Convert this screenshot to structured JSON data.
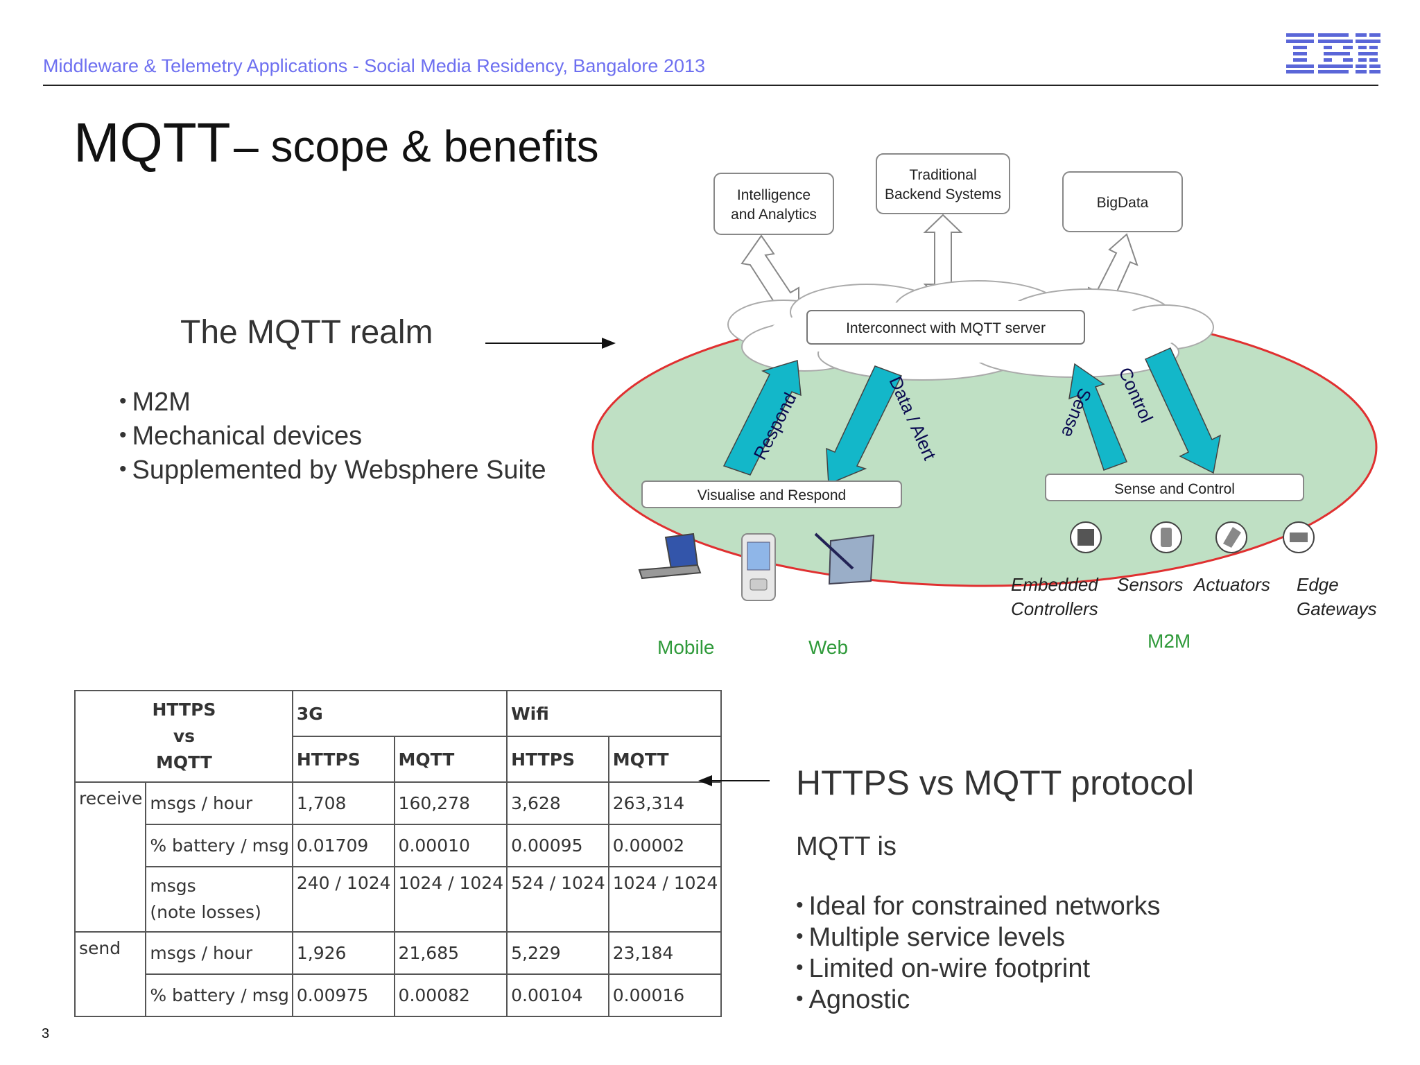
{
  "header": {
    "text": "Middleware & Telemetry Applications - Social Media Residency, Bangalore 2013",
    "logo_text": "IBM"
  },
  "title": {
    "main": "MQTT",
    "sub": "– scope & benefits"
  },
  "realm": {
    "heading": "The MQTT realm",
    "bullets": [
      "M2M",
      "Mechanical devices",
      "Supplemented by Websphere Suite"
    ]
  },
  "diagram": {
    "top_boxes": [
      {
        "line1": "Intelligence",
        "line2": "and Analytics"
      },
      {
        "line1": "Traditional",
        "line2": "Backend Systems"
      },
      {
        "line1": "BigData",
        "line2": ""
      }
    ],
    "server_label": "Interconnect with MQTT server",
    "arrows": {
      "respond": "Respond",
      "data_alert": "Data / Alert",
      "sense": "Sense",
      "control": "Control"
    },
    "visualise_label": "Visualise and Respond",
    "sense_control_label": "Sense and Control",
    "device_labels": {
      "embedded": "Embedded",
      "controllers": "Controllers",
      "sensors": "Sensors",
      "actuators": "Actuators",
      "edge": "Edge",
      "gateways": "Gateways"
    },
    "group_labels": {
      "mobile": "Mobile",
      "web": "Web",
      "m2m": "M2M"
    },
    "colors": {
      "ellipse_fill": "#bfe0c4",
      "ellipse_stroke": "#e03030",
      "arrow_fill": "#13b7c9",
      "group_label": "#2f9a3a"
    }
  },
  "table": {
    "corner": [
      "HTTPS",
      "vs",
      "MQTT"
    ],
    "groups": [
      "3G",
      "Wifi"
    ],
    "subheaders": [
      "HTTPS",
      "MQTT",
      "HTTPS",
      "MQTT"
    ],
    "receive_label": "receive",
    "send_label": "send",
    "receive_rows": [
      {
        "metric": "msgs / hour",
        "metric2": "",
        "values": [
          "1,708",
          "160,278",
          "3,628",
          "263,314"
        ]
      },
      {
        "metric": "% battery / msg",
        "metric2": "",
        "values": [
          "0.01709",
          "0.00010",
          "0.00095",
          "0.00002"
        ]
      },
      {
        "metric": "msgs",
        "metric2": "(note losses)",
        "values": [
          "240 / 1024",
          "1024 / 1024",
          "524 / 1024",
          "1024 / 1024"
        ]
      }
    ],
    "send_rows": [
      {
        "metric": "msgs / hour",
        "values": [
          "1,926",
          "21,685",
          "5,229",
          "23,184"
        ]
      },
      {
        "metric": "% battery / msg",
        "values": [
          "0.00975",
          "0.00082",
          "0.00104",
          "0.00016"
        ]
      }
    ]
  },
  "protocol": {
    "heading": "HTTPS vs MQTT protocol",
    "intro": "MQTT is",
    "bullets": [
      "Ideal for constrained networks",
      "Multiple service levels",
      "Limited on-wire footprint",
      "Agnostic"
    ]
  },
  "page_number": "3"
}
